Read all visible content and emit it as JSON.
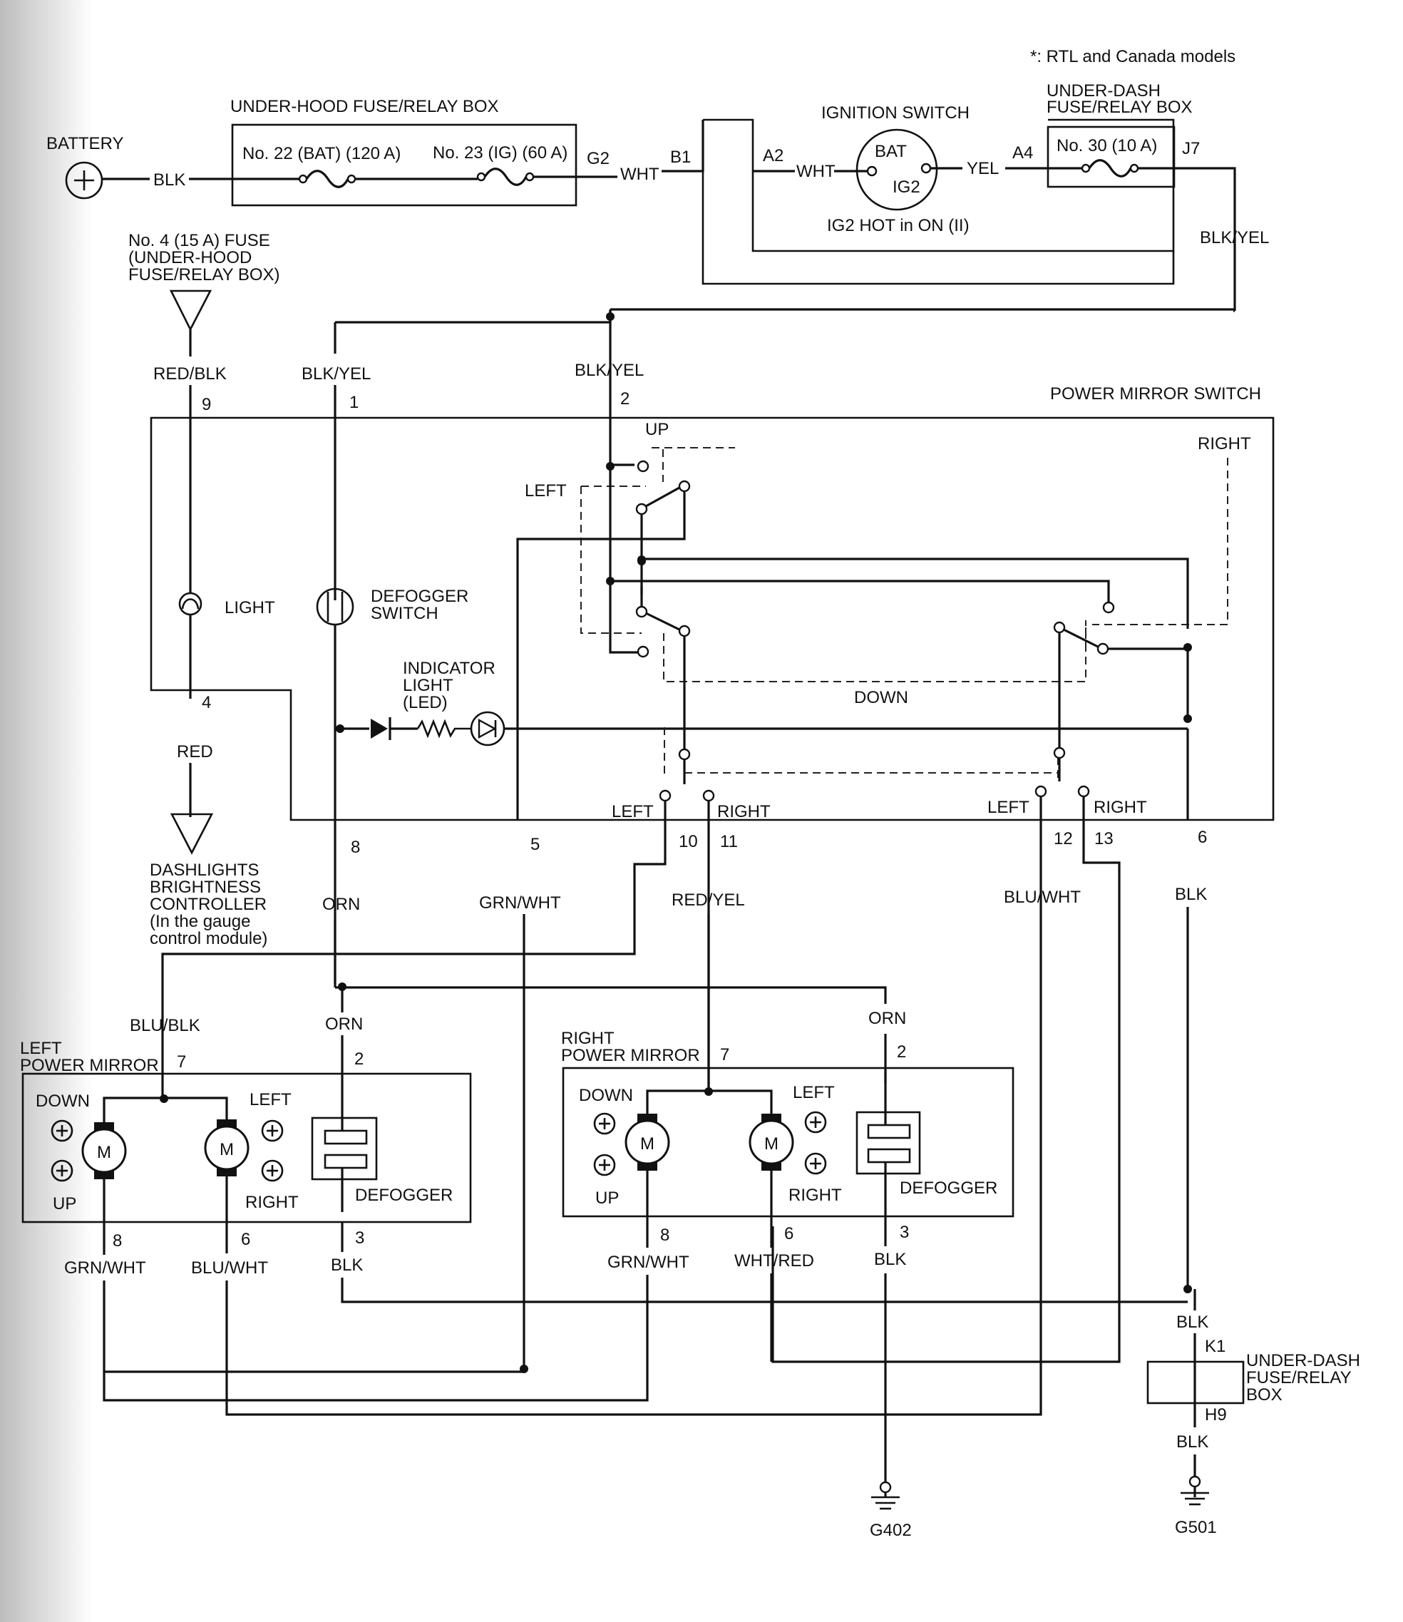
{
  "note": "*: RTL and Canada models",
  "battery": {
    "label": "BATTERY"
  },
  "underhood_box": {
    "label": "UNDER-HOOD FUSE/RELAY BOX",
    "fuse_bat": "No. 22 (BAT) (120 A)",
    "fuse_ig": "No. 23 (IG) (60 A)",
    "conn_out": "G2"
  },
  "ignition": {
    "label": "IGNITION SWITCH",
    "bat": "BAT",
    "ig2": "IG2",
    "note": "IG2 HOT in ON (II)",
    "conn_b1": "B1",
    "conn_a2": "A2",
    "conn_a4": "A4"
  },
  "underdash_box": {
    "label": [
      "UNDER-DASH",
      "FUSE/RELAY BOX"
    ],
    "fuse": "No. 30 (10 A)",
    "conn": "J7"
  },
  "fuse4": {
    "label": [
      "No. 4 (15 A) FUSE",
      "(UNDER-HOOD",
      "FUSE/RELAY BOX)"
    ]
  },
  "wire_colors": {
    "blk": "BLK",
    "wht": "WHT",
    "yel": "YEL",
    "blk_yel": "BLK/YEL",
    "red_blk": "RED/BLK",
    "red": "RED",
    "orn": "ORN",
    "grn_wht": "GRN/WHT",
    "red_yel": "RED/YEL",
    "blu_wht": "BLU/WHT",
    "blu_blk": "BLU/BLK",
    "wht_red": "WHT/RED"
  },
  "switch": {
    "label": "POWER MIRROR SWITCH",
    "up": "UP",
    "down": "DOWN",
    "left": "LEFT",
    "right": "RIGHT",
    "light": "LIGHT",
    "defogger_switch": [
      "DEFOGGER",
      "SWITCH"
    ],
    "indicator": [
      "INDICATOR",
      "LIGHT",
      "(LED)"
    ],
    "pins": {
      "p1": "1",
      "p2": "2",
      "p4": "4",
      "p5": "5",
      "p6": "6",
      "p8": "8",
      "p9": "9",
      "p10": "10",
      "p11": "11",
      "p12": "12",
      "p13": "13"
    }
  },
  "dashlights": {
    "label": [
      "DASHLIGHTS",
      "BRIGHTNESS",
      "CONTROLLER",
      "(In the gauge",
      "control module)"
    ]
  },
  "left_mirror": {
    "label": [
      "LEFT",
      "POWER MIRROR"
    ],
    "down": "DOWN",
    "up": "UP",
    "left": "LEFT",
    "right": "RIGHT",
    "motor": "M",
    "defogger": "DEFOGGER",
    "pins": {
      "p7": "7",
      "p2": "2",
      "p8": "8",
      "p6": "6",
      "p3": "3"
    }
  },
  "right_mirror": {
    "label": [
      "RIGHT",
      "POWER MIRROR"
    ],
    "down": "DOWN",
    "up": "UP",
    "left": "LEFT",
    "right": "RIGHT",
    "motor": "M",
    "defogger": "DEFOGGER",
    "pins": {
      "p7": "7",
      "p2": "2",
      "p8": "8",
      "p6": "6",
      "p3": "3"
    }
  },
  "underdash_box2": {
    "label": [
      "UNDER-DASH",
      "FUSE/RELAY",
      "BOX"
    ],
    "k1": "K1",
    "h9": "H9"
  },
  "grounds": {
    "g402": "G402",
    "g501": "G501"
  }
}
